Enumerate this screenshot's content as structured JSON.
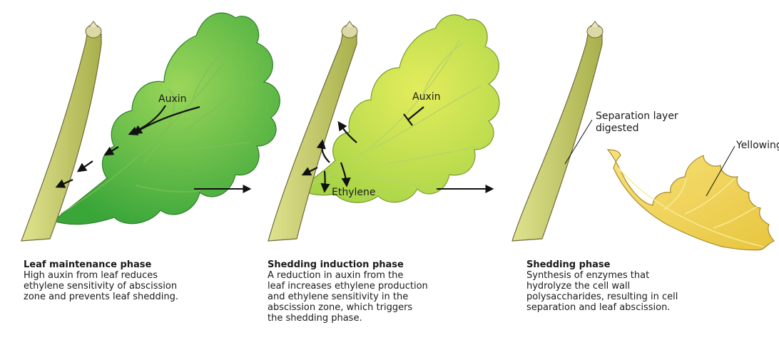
{
  "panels": [
    {
      "title": "Leaf maintenance phase",
      "body": [
        "High auxin from leaf reduces",
        "ethylene sensitivity of abscission",
        "zone and prevents leaf shedding."
      ],
      "labels": {
        "auxin": "Auxin"
      }
    },
    {
      "title": "Shedding induction phase",
      "body": [
        "A reduction in auxin from the",
        "leaf increases ethylene production",
        "and ethylene sensitivity in the",
        "abscission zone, which triggers",
        "the shedding phase."
      ],
      "labels": {
        "auxin": "Auxin",
        "ethylene": "Ethylene"
      }
    },
    {
      "title": "Shedding phase",
      "body": [
        "Synthesis of enzymes that",
        "hydrolyze the cell wall",
        "polysaccharides, resulting in cell",
        "separation and leaf abscission."
      ],
      "labels": {
        "separation_line1": "Separation layer",
        "separation_line2": "digested",
        "yellowing": "Yellowing"
      }
    }
  ],
  "colors": {
    "stem": "#c8cf6a",
    "stem_outline": "#6f6a3a",
    "leaf_dark": "#3fae3b",
    "leaf_light": "#8dcf4a",
    "leaf_pale": "#c9e25a",
    "leaf_yellow": "#f2d85a",
    "arrow": "#111111"
  }
}
